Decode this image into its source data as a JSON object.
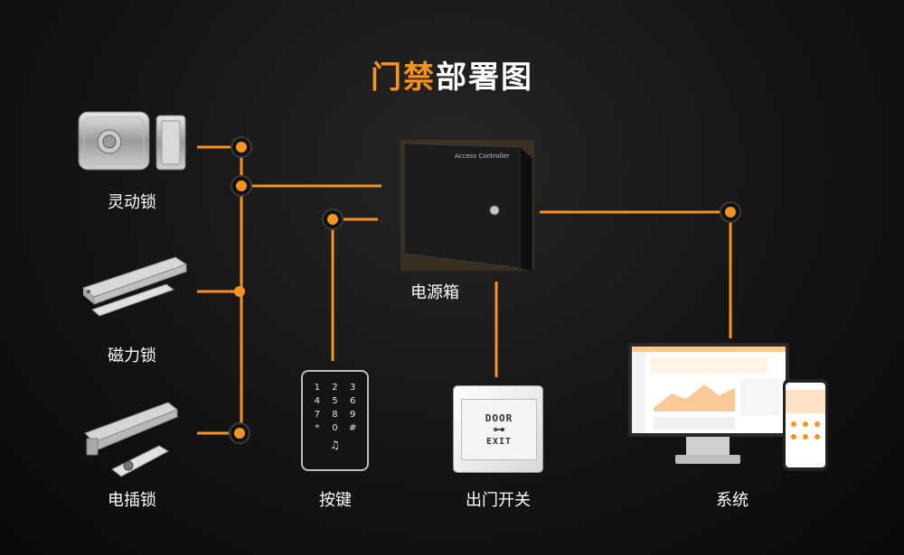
{
  "title": {
    "accent": "门禁",
    "rest": "部署图"
  },
  "labels": {
    "lock1": "灵动锁",
    "lock2": "磁力锁",
    "lock3": "电插锁",
    "power_box": "电源箱",
    "keypad": "按键",
    "exit_switch": "出门开关",
    "system": "系统"
  },
  "box_text": "Access Controller",
  "keypad_keys": [
    "1",
    "2",
    "3",
    "4",
    "5",
    "6",
    "7",
    "8",
    "9",
    "*",
    "0",
    "#"
  ],
  "exit_text": {
    "line1": "DOOR",
    "line2": "EXIT"
  },
  "colors": {
    "wire": "#f7931e",
    "accent": "#f7931e",
    "background": "#111111"
  }
}
